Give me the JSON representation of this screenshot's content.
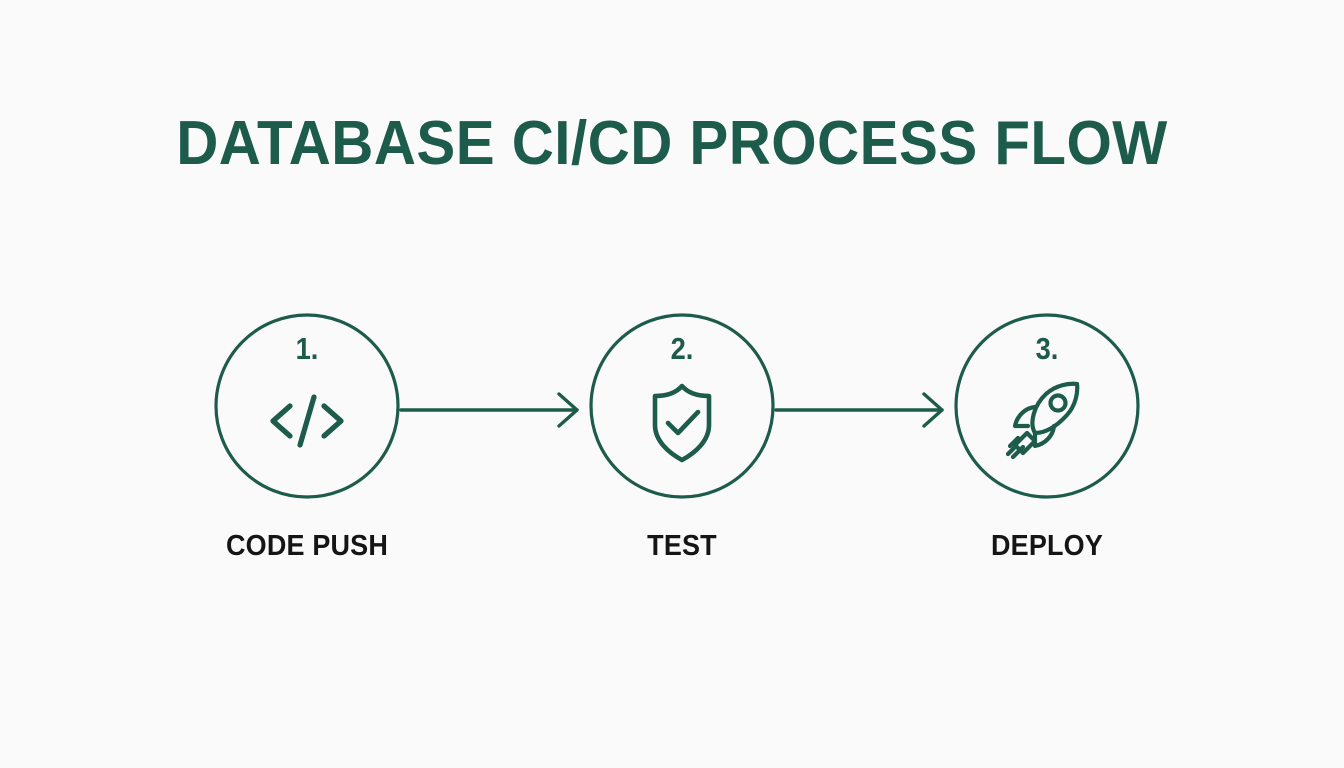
{
  "page": {
    "background_color": "#fafafb",
    "accent_color": "#1d5b4a",
    "label_color": "#151515",
    "title": "DATABASE CI/CD PROCESS FLOW"
  },
  "diagram": {
    "type": "horizontal-process-flow",
    "orientation": "left-to-right",
    "step_count": 3,
    "connector_count": 2,
    "connector_style": "arrow-open-chevron",
    "steps": [
      {
        "number": "1.",
        "label": "CODE PUSH",
        "icon": "code-brackets-icon",
        "shape": "circle"
      },
      {
        "number": "2.",
        "label": "TEST",
        "icon": "shield-check-icon",
        "shape": "circle"
      },
      {
        "number": "3.",
        "label": "DEPLOY",
        "icon": "rocket-icon",
        "shape": "circle"
      }
    ],
    "connectors": [
      {
        "from": "CODE PUSH",
        "to": "TEST",
        "icon": "arrow-right-icon"
      },
      {
        "from": "TEST",
        "to": "DEPLOY",
        "icon": "arrow-right-icon"
      }
    ]
  }
}
